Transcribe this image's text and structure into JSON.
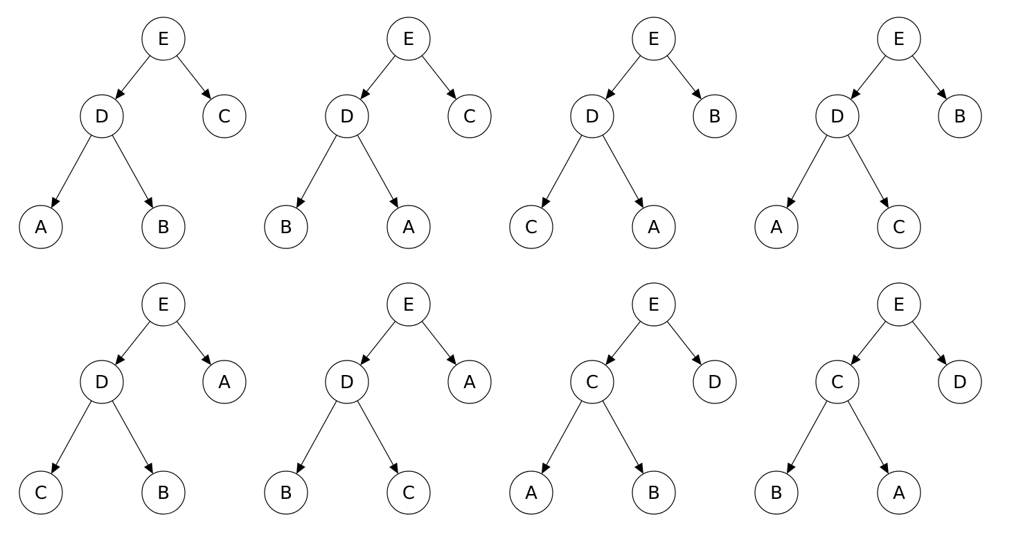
{
  "colors": {
    "background": "#ffffff",
    "stroke": "#000000",
    "node_fill": "#ffffff",
    "text": "#000000"
  },
  "trees": [
    {
      "root": "E",
      "left": "D",
      "right": "C",
      "left_left": "A",
      "left_right": "B"
    },
    {
      "root": "E",
      "left": "D",
      "right": "C",
      "left_left": "B",
      "left_right": "A"
    },
    {
      "root": "E",
      "left": "D",
      "right": "B",
      "left_left": "C",
      "left_right": "A"
    },
    {
      "root": "E",
      "left": "D",
      "right": "B",
      "left_left": "A",
      "left_right": "C"
    },
    {
      "root": "E",
      "left": "D",
      "right": "A",
      "left_left": "C",
      "left_right": "B"
    },
    {
      "root": "E",
      "left": "D",
      "right": "A",
      "left_left": "B",
      "left_right": "C"
    },
    {
      "root": "E",
      "left": "C",
      "right": "D",
      "left_left": "A",
      "left_right": "B"
    },
    {
      "root": "E",
      "left": "C",
      "right": "D",
      "left_left": "B",
      "left_right": "A"
    }
  ]
}
